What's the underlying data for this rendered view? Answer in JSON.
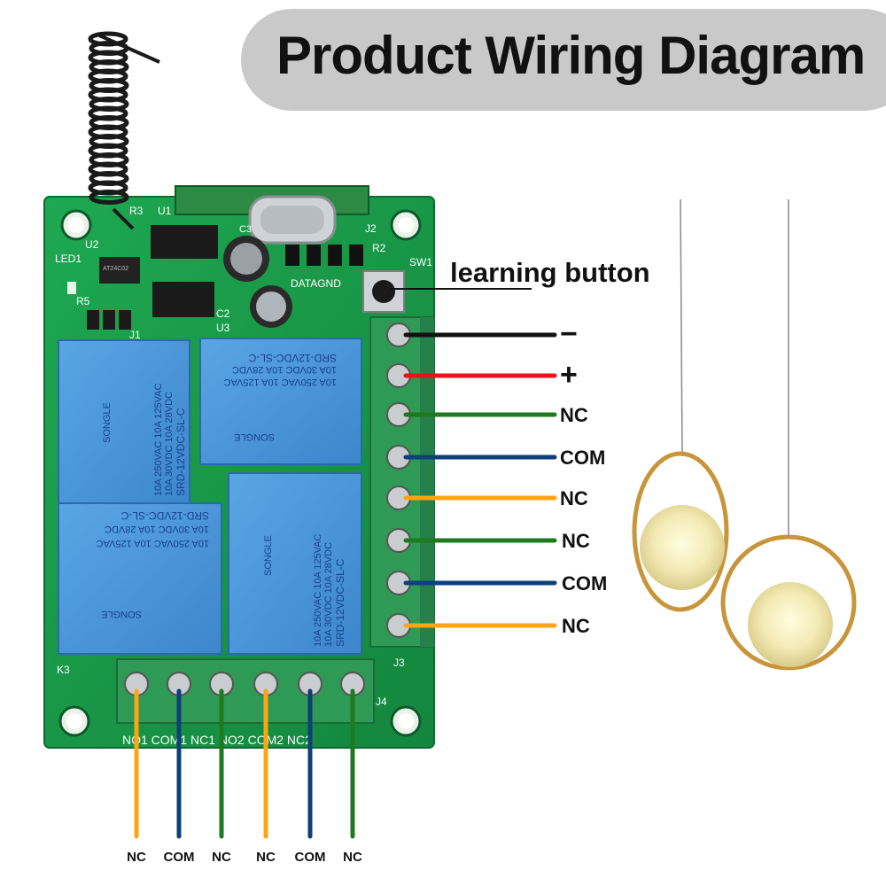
{
  "title": "Product Wiring Diagram",
  "learning_button_label": "learning button",
  "right_terminals": [
    {
      "label": "−",
      "color": "#111111"
    },
    {
      "label": "+",
      "color": "#e8141b"
    },
    {
      "label": "NC",
      "color": "#1f7a1f"
    },
    {
      "label": "COM",
      "color": "#0d3f7a"
    },
    {
      "label": "NC",
      "color": "#ffa514"
    },
    {
      "label": "NC",
      "color": "#1f7a1f"
    },
    {
      "label": "COM",
      "color": "#0d3f7a"
    },
    {
      "label": "NC",
      "color": "#ffa514"
    }
  ],
  "bottom_terminals": [
    {
      "label": "NC",
      "color": "#ffa514"
    },
    {
      "label": "COM",
      "color": "#0d3f7a"
    },
    {
      "label": "NC",
      "color": "#1f7a1f"
    },
    {
      "label": "NC",
      "color": "#ffa514"
    },
    {
      "label": "COM",
      "color": "#0d3f7a"
    },
    {
      "label": "NC",
      "color": "#1f7a1f"
    }
  ],
  "silkscreen": {
    "bottom_header": "NO1 COM1 NC1 NO2 COM2 NC2",
    "refs": [
      "LED1",
      "U2",
      "R3",
      "U1",
      "C3",
      "J2",
      "R2",
      "SW1",
      "R5",
      "J1",
      "U3",
      "C2",
      "K3",
      "J3",
      "J4",
      "DATAGND"
    ]
  },
  "relays": [
    {
      "brand": "SONGLE",
      "model": "SRD-12VDC-SL-C",
      "ratings": [
        "10A 250VAC  10A 125VAC",
        "10A 30VDC  10A 28VDC"
      ]
    },
    {
      "brand": "SONGLE",
      "model": "SRD-12VDC-SL-C",
      "ratings": [
        "10A 250VAC  10A 125VAC",
        "10A 30VDC  10A 28VDC"
      ]
    },
    {
      "brand": "SONGLE",
      "model": "SRD-12VDC-SL-C",
      "ratings": [
        "10A 250VAC  10A 125VAC",
        "10A 30VDC  10A 28VDC"
      ]
    },
    {
      "brand": "SONGLE",
      "model": "SRD-12VDC-SL-C",
      "ratings": [
        "10A 250VAC  10A 125VAC",
        "10A 30VDC  10A 28VDC"
      ]
    }
  ],
  "chip_marking": "AT24C02"
}
